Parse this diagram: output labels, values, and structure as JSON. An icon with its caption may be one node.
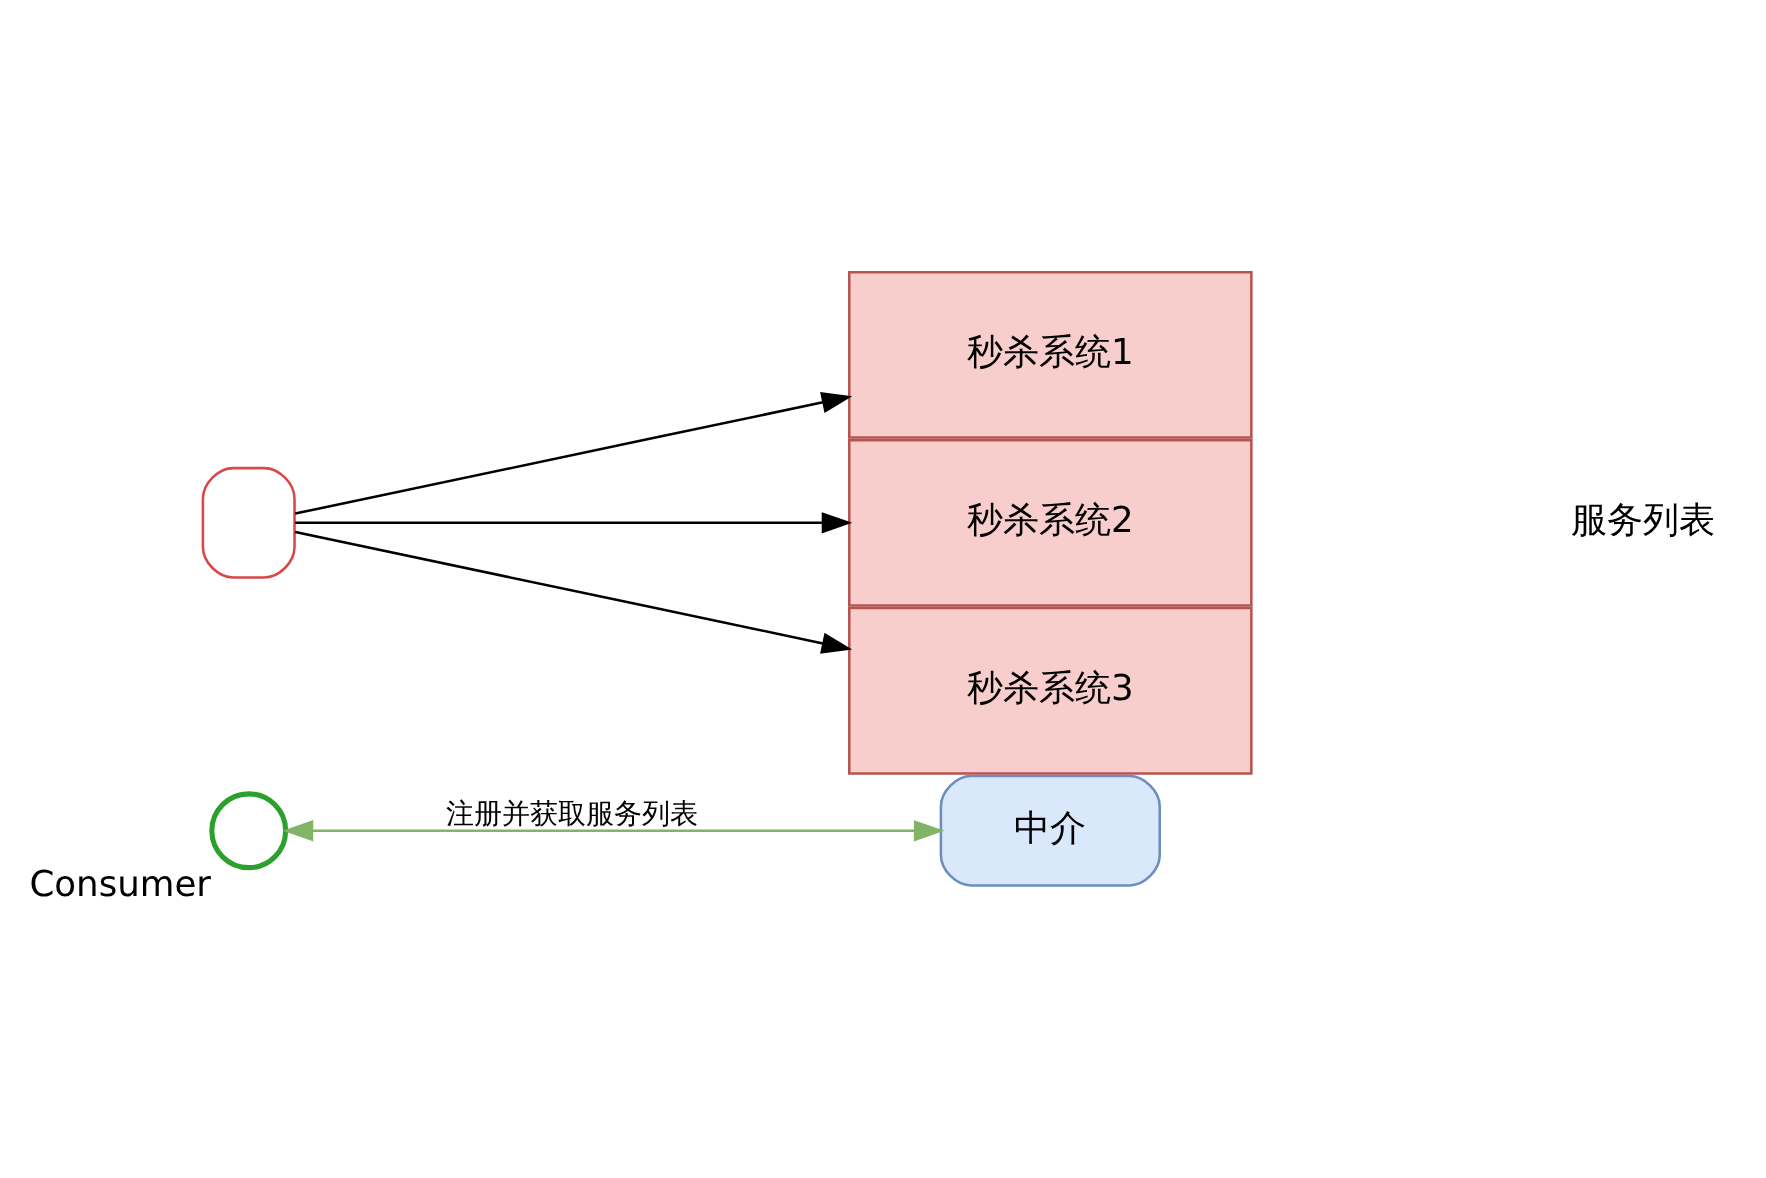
{
  "diagram": {
    "nodes": [
      {
        "text": [
          "中介"
        ]
      },
      {
        "text": [],
        "shape": "person",
        "beside": [
          "Consumer"
        ]
      },
      {
        "text": [],
        "shape": "box"
      },
      {
        "text": [
          "秒杀系统1"
        ]
      },
      {
        "text": [
          "秒杀系统2"
        ]
      },
      {
        "text": [
          "秒杀系统3"
        ]
      }
    ],
    "edges": [
      {
        "from": 1,
        "to": 0,
        "arrow": "both",
        "label": "注册并获取服务列表",
        "color": "#82b366"
      },
      {
        "from": 2,
        "to": 3,
        "arrow": "to"
      },
      {
        "from": 2,
        "to": 4,
        "arrow": "to"
      },
      {
        "from": 2,
        "to": 5,
        "arrow": "to"
      }
    ],
    "labels": [
      "服务列表"
    ]
  }
}
